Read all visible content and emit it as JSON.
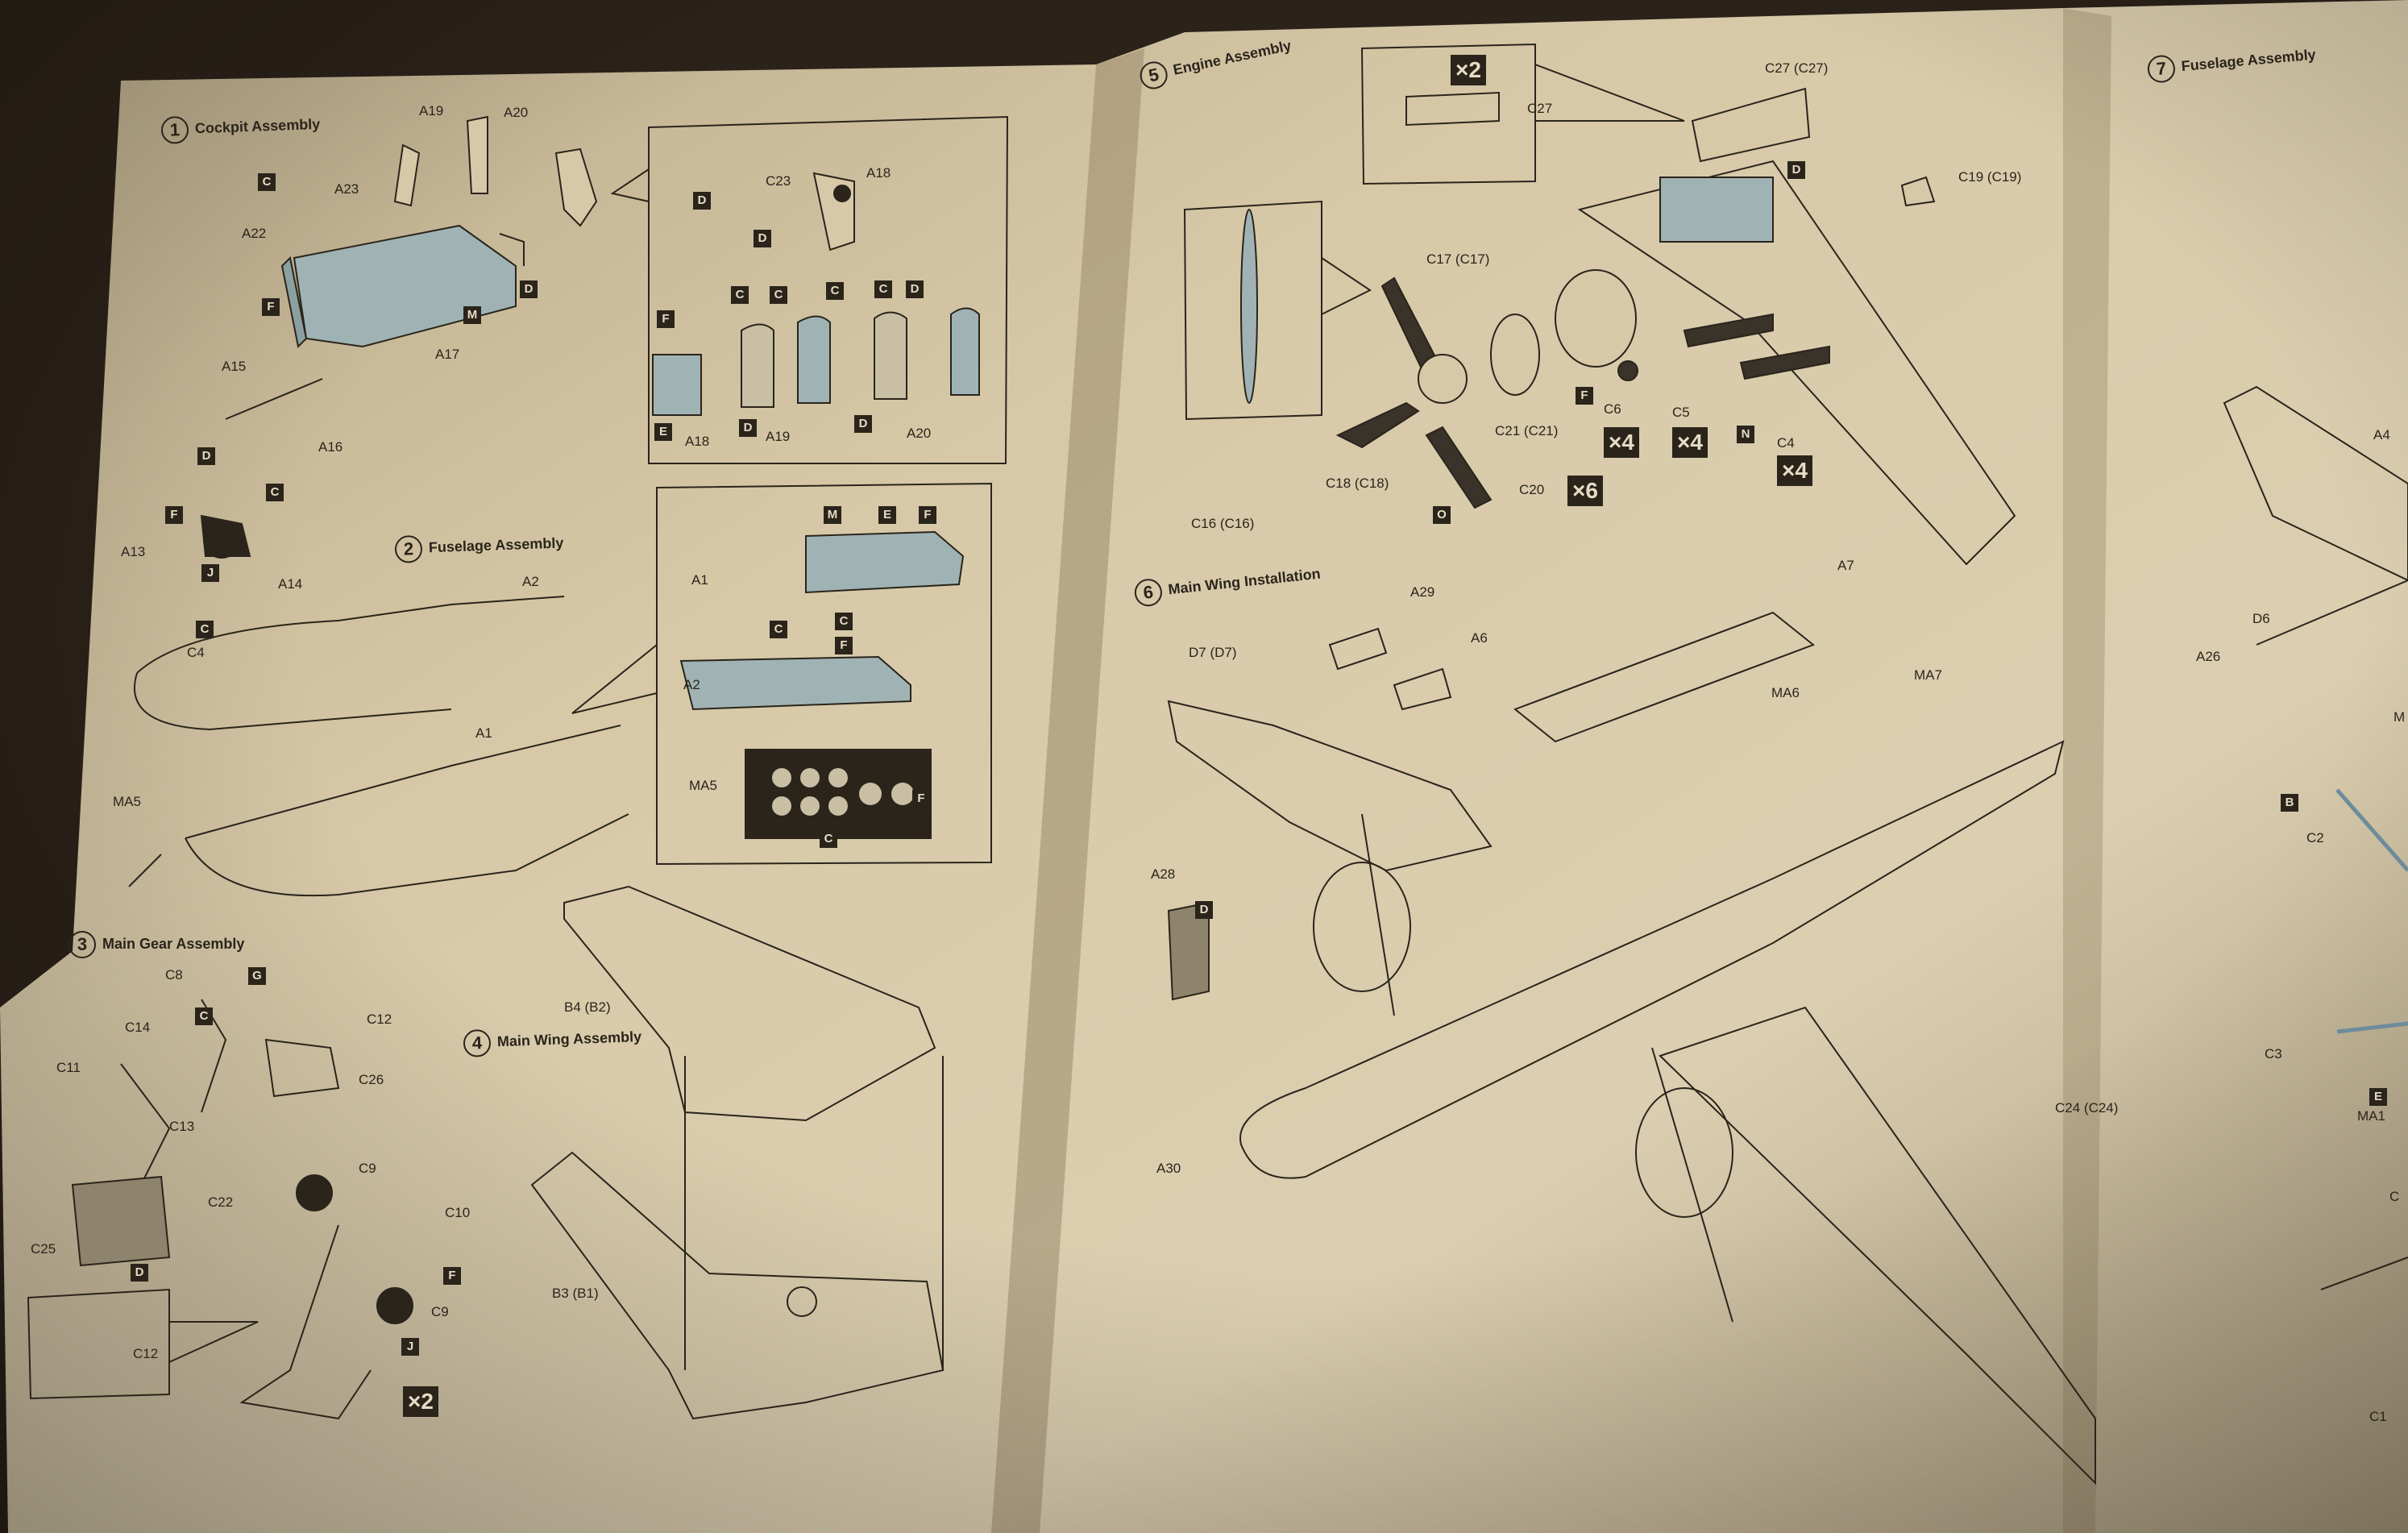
{
  "steps": [
    {
      "num": "1",
      "title": "Cockpit Assembly"
    },
    {
      "num": "2",
      "title": "Fuselage Assembly"
    },
    {
      "num": "3",
      "title": "Main Gear Assembly"
    },
    {
      "num": "4",
      "title": "Main Wing Assembly"
    },
    {
      "num": "5",
      "title": "Engine Assembly"
    },
    {
      "num": "6",
      "title": "Main Wing Installation"
    },
    {
      "num": "7",
      "title": "Fuselage Assembly"
    }
  ],
  "part_labels": {
    "a19": "A19",
    "a20": "A20",
    "a23": "A23",
    "a22": "A22",
    "a17": "A17",
    "a15": "A15",
    "a16": "A16",
    "a13": "A13",
    "a14": "A14",
    "c23": "C23",
    "a18": "A18",
    "a18b": "A18",
    "a19b": "A19",
    "a20b": "A20",
    "a1": "A1",
    "a2": "A2",
    "ma5": "MA5",
    "a2b": "A2",
    "c4": "C4",
    "a1b": "A1",
    "ma5b": "MA5",
    "c8": "C8",
    "c14": "C14",
    "c11": "C11",
    "c13": "C13",
    "c12": "C12",
    "c26": "C26",
    "c22": "C22",
    "c25": "C25",
    "c9": "C9",
    "c10": "C10",
    "c9b": "C9",
    "c12b": "C12",
    "b4": "B4 (B2)",
    "b3": "B3 (B1)",
    "c27": "C27 (C27)",
    "c27b": "C27",
    "c19": "C19 (C19)",
    "c17": "C17 (C17)",
    "c21": "C21 (C21)",
    "c6": "C6",
    "c5": "C5",
    "c4e": "C4",
    "c16": "C16 (C16)",
    "c18": "C18 (C18)",
    "c20": "C20",
    "a29": "A29",
    "a7": "A7",
    "a6": "A6",
    "d7": "D7 (D7)",
    "ma6": "MA6",
    "ma7": "MA7",
    "a28": "A28",
    "a30": "A30",
    "c24": "C24 (C24)",
    "a4": "A4",
    "d6": "D6",
    "a26": "A26",
    "c2": "C2",
    "c3": "C3",
    "ma1": "MA1",
    "c1": "C1",
    "c_small": "C",
    "m_small": "M"
  },
  "part_letters": [
    "C",
    "F",
    "M",
    "D",
    "D",
    "C",
    "F",
    "J",
    "C",
    "C",
    "D",
    "F",
    "D",
    "C",
    "C",
    "C",
    "D",
    "E",
    "D",
    "D",
    "M",
    "E",
    "F",
    "C",
    "C",
    "F",
    "C",
    "F",
    "C",
    "G",
    "D",
    "F",
    "J",
    "D",
    "F",
    "N",
    "O",
    "D",
    "B",
    "E"
  ],
  "multipliers": {
    "x2_gear": "×2",
    "x2_engine": "×2",
    "x4_c6": "×4",
    "x4_c5": "×4",
    "x4_c4": "×4",
    "x6_c20": "×6"
  },
  "colors": {
    "paper": "#dccfb1",
    "paper_shadow": "#8d7d5f",
    "ink": "#2a241b",
    "highlight": "#9fb3b4",
    "background": "#2a2118"
  }
}
